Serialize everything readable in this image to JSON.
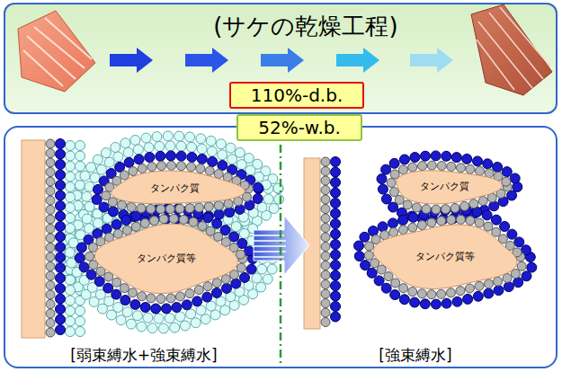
{
  "diagram": {
    "nodes": [
      {
        "text": [
          "(サケの乾燥工程)"
        ]
      },
      {
        "text": [
          "110%-d.b."
        ],
        "in": 0
      },
      {
        "text": [
          "52%-w.b."
        ]
      },
      {
        "text": [
          "[弱束縛水+強束縛水]",
          "[強束縛水]"
        ]
      },
      {
        "text": [
          "タンパク質"
        ],
        "in": 3
      },
      {
        "text": [
          "タンパク質等"
        ],
        "in": 3
      },
      {
        "text": [
          "タンパク質"
        ],
        "in": 3
      },
      {
        "text": [
          "タンパク質等"
        ],
        "in": 3
      }
    ]
  }
}
